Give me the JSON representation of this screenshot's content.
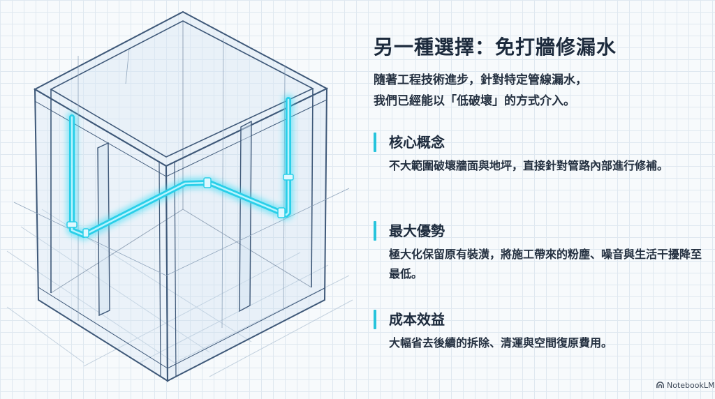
{
  "title": "另一種選擇：免打牆修漏水",
  "intro": [
    "隨著工程技術進步，針對特定管線漏水，",
    "我們已經能以「低破壞」的方式介入。"
  ],
  "sections": [
    {
      "heading": "核心概念",
      "body": "不大範圍破壞牆面與地坪，直接針對管路內部進行修補。"
    },
    {
      "heading": "最大優勢",
      "body": "極大化保留原有裝潢，將施工帶來的粉塵、噪音與生活干擾降至最低。"
    },
    {
      "heading": "成本效益",
      "body": "大幅省去後續的拆除、清運與空間復原費用。"
    }
  ],
  "brand": "NotebookLM",
  "colors": {
    "accent": "#27c4dc",
    "pipe": "#3fdcf4",
    "frame": "#3e5878",
    "title": "#1c2a3c",
    "grid": "#dfe8f0"
  },
  "icons": {
    "brand": "notebooklm-logo-icon"
  }
}
